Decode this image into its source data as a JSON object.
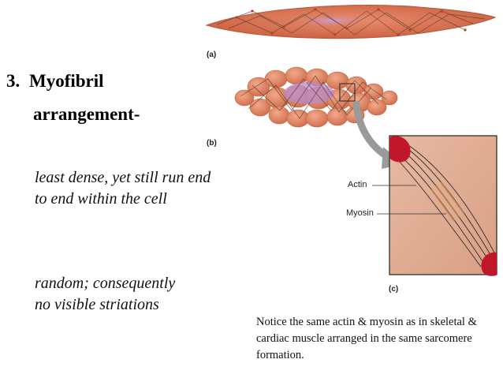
{
  "heading": {
    "number": "3.",
    "line1": "Myofibril",
    "line2": "arrangement-"
  },
  "points": [
    "least dense, yet still run end to end within the cell",
    "random; consequently no visible striations"
  ],
  "note": "Notice the same actin & myosin as in skeletal & cardiac muscle arranged in the same  sarcomere formation.",
  "figure": {
    "label_a": "(a)",
    "label_b": "(b)",
    "label_c": "(c)",
    "actin_label": "Actin",
    "myosin_label": "Myosin"
  }
}
